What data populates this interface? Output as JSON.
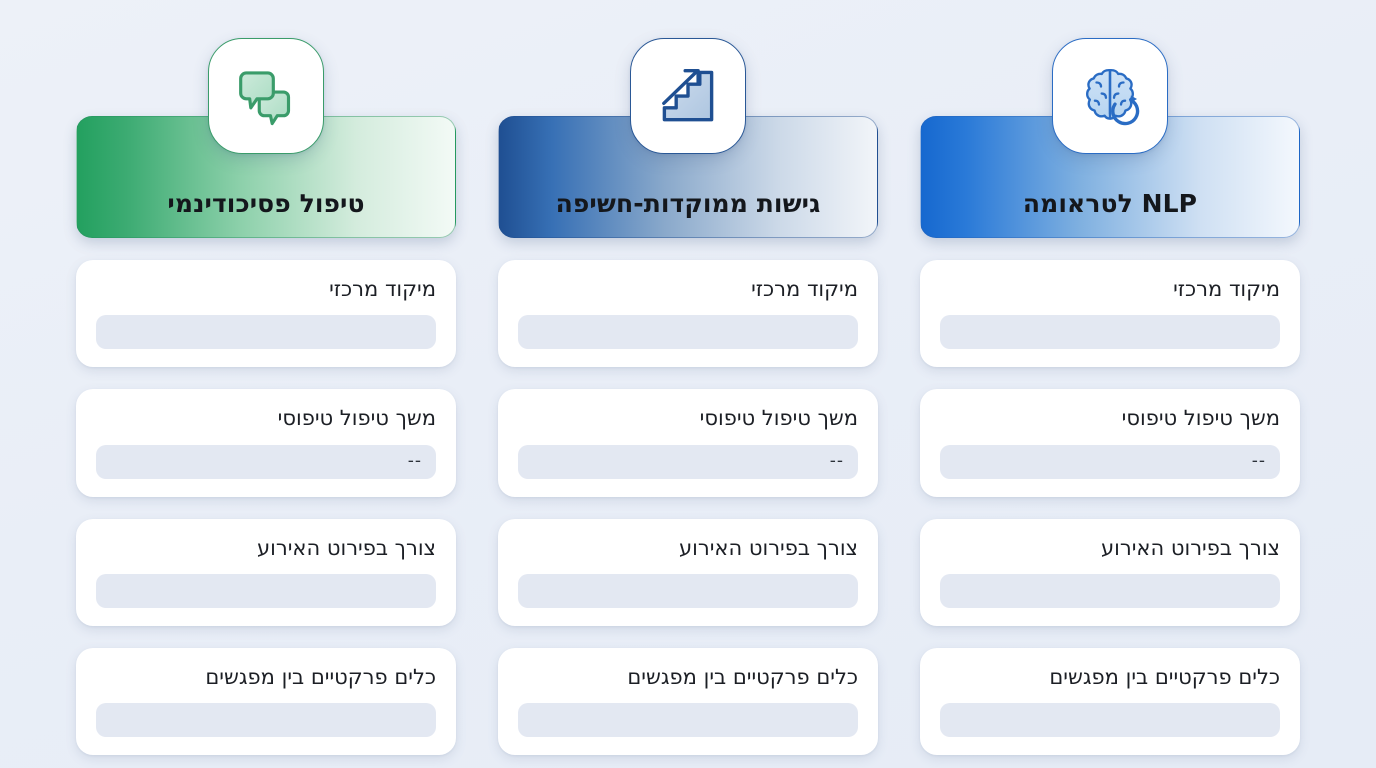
{
  "background_color": "#e9eef7",
  "columns": [
    {
      "id": "nlp-trauma",
      "title": "NLP לטראומה",
      "accent_color": "#1668cf",
      "theme": "blue",
      "icon": "brain-refresh-icon",
      "rows": [
        {
          "label": "מיקוד מרכזי",
          "value": ""
        },
        {
          "label": "משך טיפול טיפוסי",
          "value": "--"
        },
        {
          "label": "צורך בפירוט האירוע",
          "value": ""
        },
        {
          "label": "כלים פרקטיים בין מפגשים",
          "value": ""
        }
      ]
    },
    {
      "id": "graded-exposure",
      "title": "גישות ממוקדות-חשיפה",
      "accent_color": "#1f4f92",
      "theme": "navy",
      "icon": "stairs-arrow-up-icon",
      "rows": [
        {
          "label": "מיקוד מרכזי",
          "value": ""
        },
        {
          "label": "משך טיפול טיפוסי",
          "value": "--"
        },
        {
          "label": "צורך בפירוט האירוע",
          "value": ""
        },
        {
          "label": "כלים פרקטיים בין מפגשים",
          "value": ""
        }
      ]
    },
    {
      "id": "psychodynamic",
      "title": "טיפול פסיכודינמי",
      "accent_color": "#23a05f",
      "theme": "green",
      "icon": "chat-bubbles-icon",
      "rows": [
        {
          "label": "מיקוד מרכזי",
          "value": ""
        },
        {
          "label": "משך טיפול טיפוסי",
          "value": "--"
        },
        {
          "label": "צורך בפירוט האירוע",
          "value": ""
        },
        {
          "label": "כלים פרקטיים בין מפגשים",
          "value": ""
        }
      ]
    }
  ]
}
